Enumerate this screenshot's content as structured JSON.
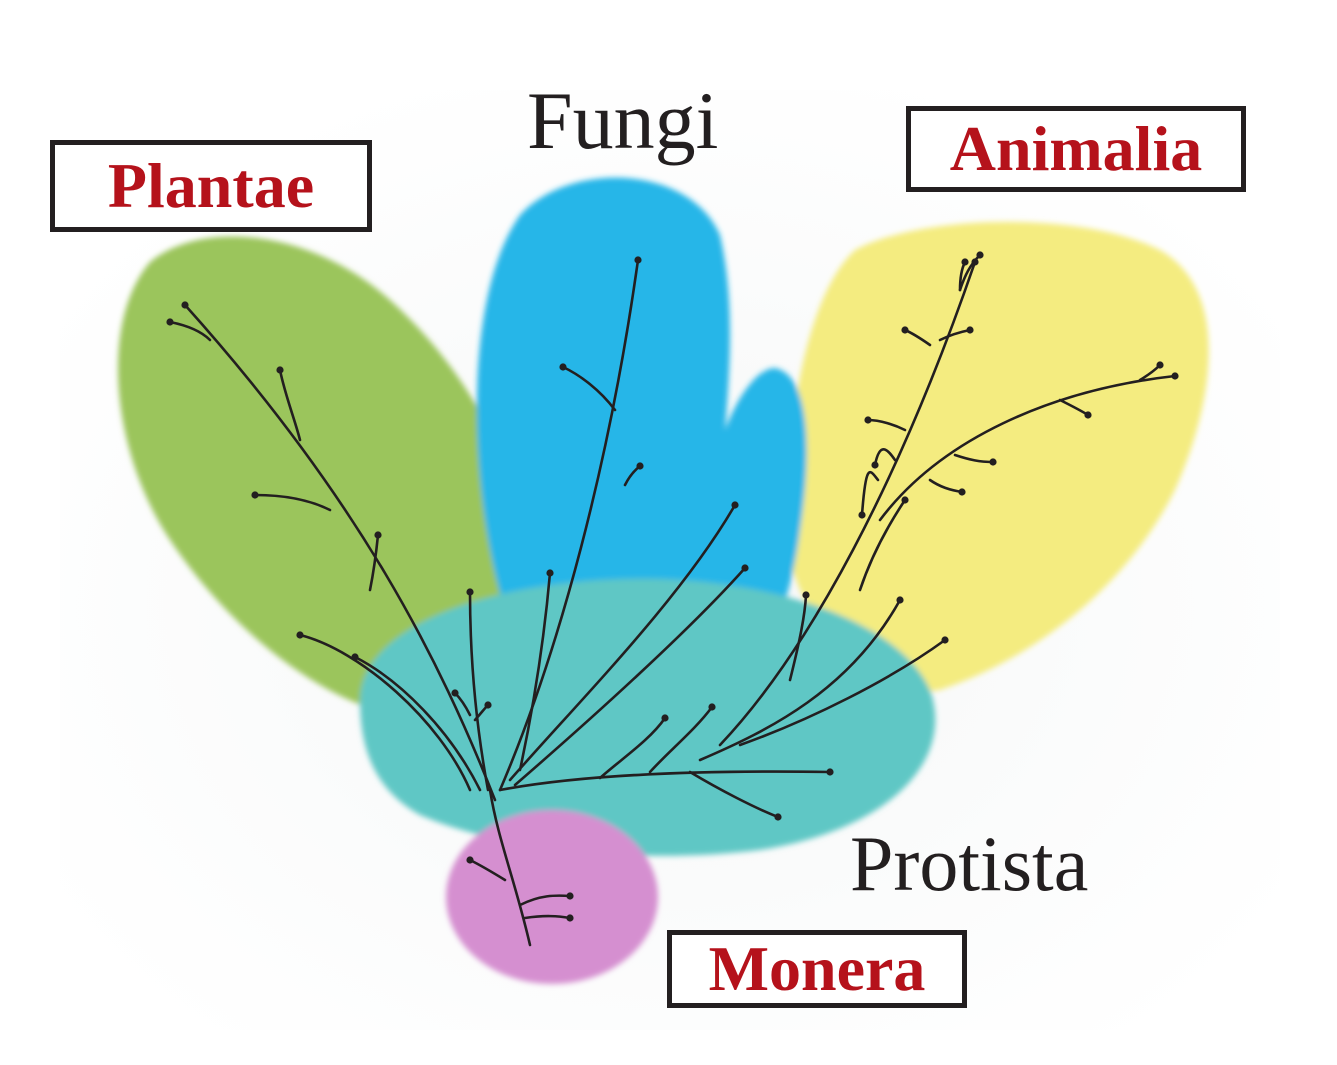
{
  "diagram": {
    "labels": {
      "plantae": "Plantae",
      "fungi": "Fungi",
      "animalia": "Animalia",
      "protista": "Protista",
      "monera": "Monera"
    },
    "colors": {
      "plantae": "#9bc55c",
      "fungi": "#27b6e8",
      "animalia": "#f4ec80",
      "protista": "#5ec7c5",
      "monera": "#d58fd0",
      "boxed_text": "#b5121b",
      "lines": "#231f20"
    }
  }
}
